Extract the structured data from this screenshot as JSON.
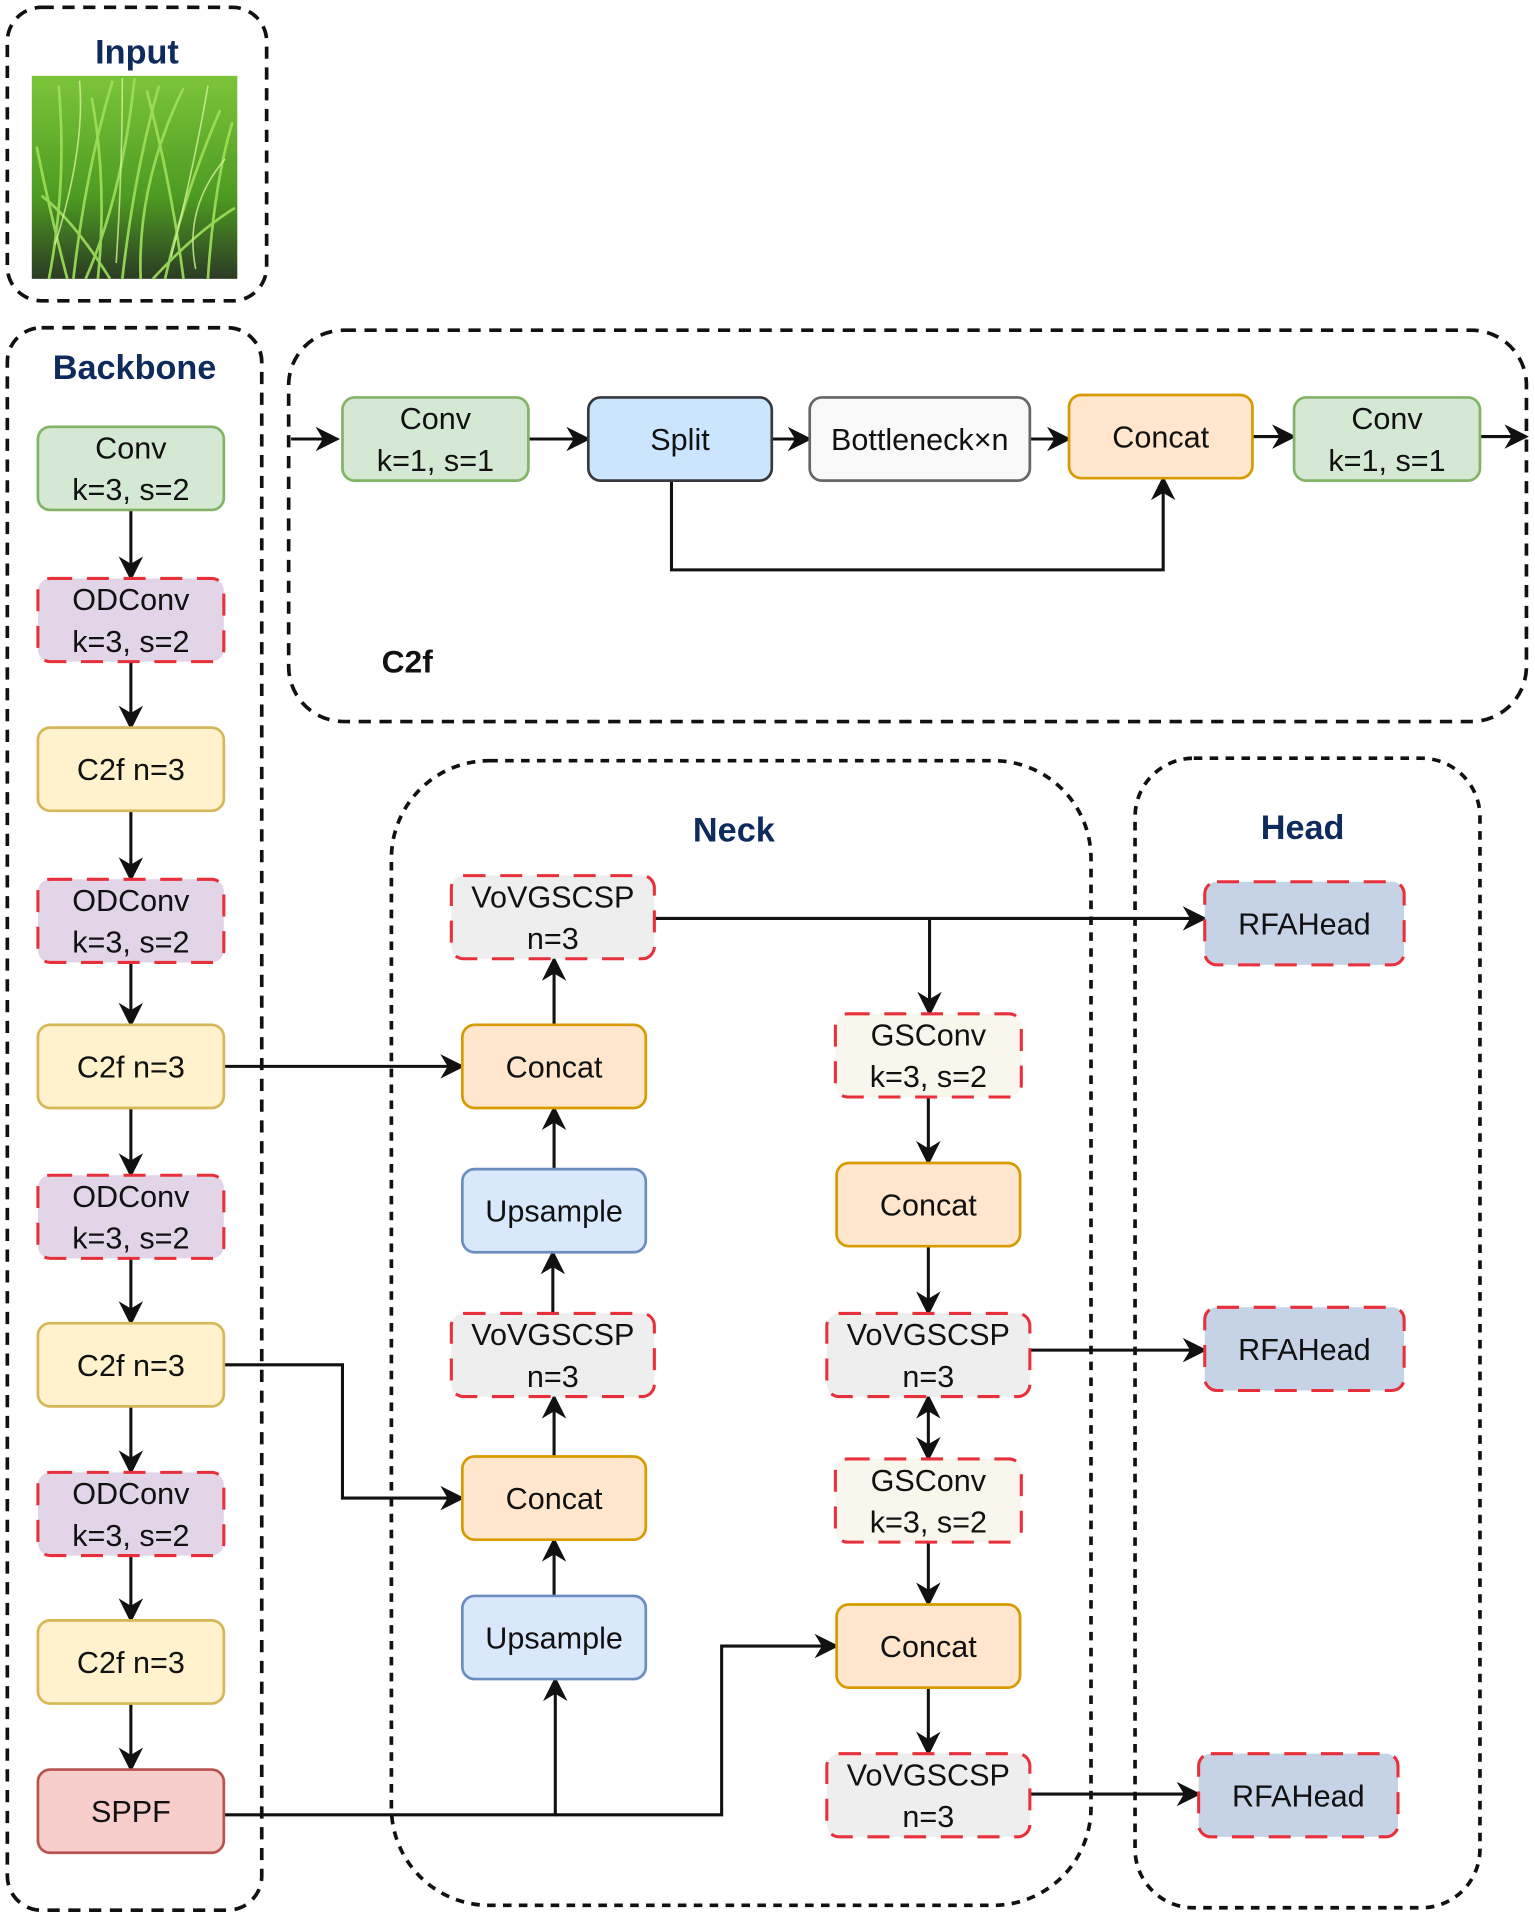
{
  "groups": {
    "input": {
      "title": "Input",
      "image_alt": "rice plants photo"
    },
    "backbone": {
      "title": "Backbone"
    },
    "c2f_detail": {
      "title": "C2f"
    },
    "neck": {
      "title": "Neck"
    },
    "head": {
      "title": "Head"
    }
  },
  "styles": {
    "conv": {
      "fill": "#d5e8d4",
      "stroke": "#82b366",
      "dashed": false
    },
    "odconv": {
      "fill": "#e1d5e7",
      "stroke": "#e8303a",
      "dashed": true
    },
    "c2f": {
      "fill": "#fff2cc",
      "stroke": "#d6b656",
      "dashed": false
    },
    "sppf": {
      "fill": "#f8cecc",
      "stroke": "#b85450",
      "dashed": false
    },
    "split": {
      "fill": "#cce5ff",
      "stroke": "#36393d",
      "dashed": false
    },
    "bottleneck": {
      "fill": "#f9f9f9",
      "stroke": "#666666",
      "dashed": false
    },
    "concat": {
      "fill": "#ffe6cc",
      "stroke": "#d79b00",
      "dashed": false
    },
    "upsample": {
      "fill": "#dae8fc",
      "stroke": "#6c8ebf",
      "dashed": false
    },
    "vovgscsp": {
      "fill": "#eeeeee",
      "stroke": "#e8303a",
      "dashed": true
    },
    "gsconv": {
      "fill": "#f9f7ed",
      "stroke": "#e8303a",
      "dashed": true
    },
    "rfahead": {
      "fill": "#c6d3e6",
      "stroke": "#e8303a",
      "dashed": true
    }
  },
  "nodes": [
    {
      "id": "bb-conv",
      "group": "backbone",
      "style": "conv",
      "lines": [
        "Conv",
        "k=3,  s=2"
      ]
    },
    {
      "id": "bb-odconv-1",
      "group": "backbone",
      "style": "odconv",
      "lines": [
        "ODConv",
        "k=3,  s=2"
      ]
    },
    {
      "id": "bb-c2f-1",
      "group": "backbone",
      "style": "c2f",
      "lines": [
        "C2f  n=3"
      ]
    },
    {
      "id": "bb-odconv-2",
      "group": "backbone",
      "style": "odconv",
      "lines": [
        "ODConv",
        "k=3,  s=2"
      ]
    },
    {
      "id": "bb-c2f-2",
      "group": "backbone",
      "style": "c2f",
      "lines": [
        "C2f  n=3"
      ]
    },
    {
      "id": "bb-odconv-3",
      "group": "backbone",
      "style": "odconv",
      "lines": [
        "ODConv",
        "k=3,  s=2"
      ]
    },
    {
      "id": "bb-c2f-3",
      "group": "backbone",
      "style": "c2f",
      "lines": [
        "C2f  n=3"
      ]
    },
    {
      "id": "bb-odconv-4",
      "group": "backbone",
      "style": "odconv",
      "lines": [
        "ODConv",
        "k=3,  s=2"
      ]
    },
    {
      "id": "bb-c2f-4",
      "group": "backbone",
      "style": "c2f",
      "lines": [
        "C2f  n=3"
      ]
    },
    {
      "id": "bb-sppf",
      "group": "backbone",
      "style": "sppf",
      "lines": [
        "SPPF"
      ]
    },
    {
      "id": "c2f-conv-in",
      "group": "c2f_detail",
      "style": "conv",
      "lines": [
        "Conv",
        "k=1,  s=1"
      ]
    },
    {
      "id": "c2f-split",
      "group": "c2f_detail",
      "style": "split",
      "lines": [
        "Split"
      ]
    },
    {
      "id": "c2f-bottleneck",
      "group": "c2f_detail",
      "style": "bottleneck",
      "lines": [
        "Bottleneck×n"
      ]
    },
    {
      "id": "c2f-concat",
      "group": "c2f_detail",
      "style": "concat",
      "lines": [
        "Concat"
      ]
    },
    {
      "id": "c2f-conv-out",
      "group": "c2f_detail",
      "style": "conv",
      "lines": [
        "Conv",
        "k=1,  s=1"
      ]
    },
    {
      "id": "nk-vov-top",
      "group": "neck",
      "style": "vovgscsp",
      "lines": [
        "VoVGSCSP",
        "n=3"
      ]
    },
    {
      "id": "nk-concat-1",
      "group": "neck",
      "style": "concat",
      "lines": [
        "Concat"
      ]
    },
    {
      "id": "nk-upsample-1",
      "group": "neck",
      "style": "upsample",
      "lines": [
        "Upsample"
      ]
    },
    {
      "id": "nk-vov-mid",
      "group": "neck",
      "style": "vovgscsp",
      "lines": [
        "VoVGSCSP",
        "n=3"
      ]
    },
    {
      "id": "nk-concat-2",
      "group": "neck",
      "style": "concat",
      "lines": [
        "Concat"
      ]
    },
    {
      "id": "nk-upsample-2",
      "group": "neck",
      "style": "upsample",
      "lines": [
        "Upsample"
      ]
    },
    {
      "id": "nk-gsconv-1",
      "group": "neck",
      "style": "gsconv",
      "lines": [
        "GSConv",
        "k=3,  s=2"
      ]
    },
    {
      "id": "nk-concat-3",
      "group": "neck",
      "style": "concat",
      "lines": [
        "Concat"
      ]
    },
    {
      "id": "nk-vov-r1",
      "group": "neck",
      "style": "vovgscsp",
      "lines": [
        "VoVGSCSP",
        "n=3"
      ]
    },
    {
      "id": "nk-gsconv-2",
      "group": "neck",
      "style": "gsconv",
      "lines": [
        "GSConv",
        "k=3,  s=2"
      ]
    },
    {
      "id": "nk-concat-4",
      "group": "neck",
      "style": "concat",
      "lines": [
        "Concat"
      ]
    },
    {
      "id": "nk-vov-r2",
      "group": "neck",
      "style": "vovgscsp",
      "lines": [
        "VoVGSCSP",
        "n=3"
      ]
    },
    {
      "id": "hd-rfa-1",
      "group": "head",
      "style": "rfahead",
      "lines": [
        "RFAHead"
      ]
    },
    {
      "id": "hd-rfa-2",
      "group": "head",
      "style": "rfahead",
      "lines": [
        "RFAHead"
      ]
    },
    {
      "id": "hd-rfa-3",
      "group": "head",
      "style": "rfahead",
      "lines": [
        "RFAHead"
      ]
    }
  ],
  "edges": [
    [
      "bb-conv",
      "bb-odconv-1"
    ],
    [
      "bb-odconv-1",
      "bb-c2f-1"
    ],
    [
      "bb-c2f-1",
      "bb-odconv-2"
    ],
    [
      "bb-odconv-2",
      "bb-c2f-2"
    ],
    [
      "bb-c2f-2",
      "bb-odconv-3"
    ],
    [
      "bb-odconv-3",
      "bb-c2f-3"
    ],
    [
      "bb-c2f-3",
      "bb-odconv-4"
    ],
    [
      "bb-odconv-4",
      "bb-c2f-4"
    ],
    [
      "bb-c2f-4",
      "bb-sppf"
    ],
    [
      "c2f-conv-in",
      "c2f-split"
    ],
    [
      "c2f-split",
      "c2f-bottleneck"
    ],
    [
      "c2f-bottleneck",
      "c2f-concat"
    ],
    [
      "c2f-split",
      "c2f-concat"
    ],
    [
      "c2f-concat",
      "c2f-conv-out"
    ],
    [
      "bb-c2f-2",
      "nk-concat-1"
    ],
    [
      "bb-c2f-3",
      "nk-concat-2"
    ],
    [
      "bb-sppf",
      "nk-upsample-2"
    ],
    [
      "bb-sppf",
      "nk-concat-4"
    ],
    [
      "nk-upsample-2",
      "nk-concat-2"
    ],
    [
      "nk-concat-2",
      "nk-vov-mid"
    ],
    [
      "nk-vov-mid",
      "nk-upsample-1"
    ],
    [
      "nk-upsample-1",
      "nk-concat-1"
    ],
    [
      "nk-concat-1",
      "nk-vov-top"
    ],
    [
      "nk-vov-top",
      "nk-gsconv-1"
    ],
    [
      "nk-gsconv-1",
      "nk-concat-3"
    ],
    [
      "nk-concat-3",
      "nk-vov-r1"
    ],
    [
      "nk-vov-r1",
      "nk-gsconv-2"
    ],
    [
      "nk-gsconv-2",
      "nk-concat-4"
    ],
    [
      "nk-concat-4",
      "nk-vov-r2"
    ],
    [
      "nk-vov-top",
      "hd-rfa-1"
    ],
    [
      "nk-vov-r1",
      "hd-rfa-2"
    ],
    [
      "nk-vov-r2",
      "hd-rfa-3"
    ]
  ]
}
